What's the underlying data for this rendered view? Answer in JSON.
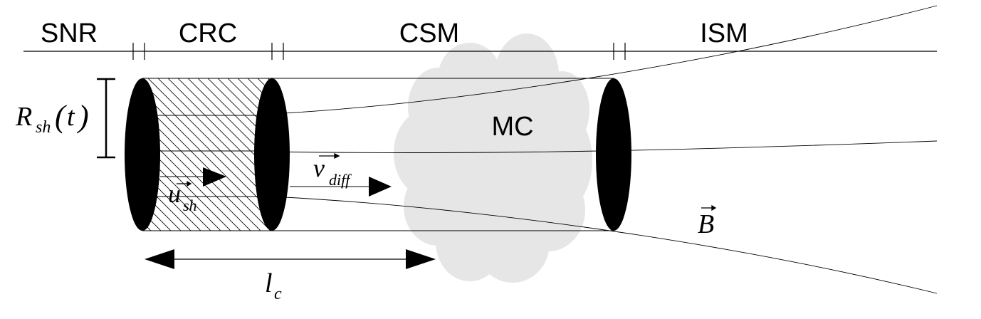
{
  "regions": {
    "snr": "SNR",
    "crc": "CRC",
    "csm": "CSM",
    "ism": "ISM"
  },
  "cloud": {
    "label": "MC",
    "color": "#e6e6e6"
  },
  "symbols": {
    "radius_main": "R",
    "radius_sub": "sh",
    "radius_open": "(",
    "radius_arg": "t",
    "radius_close": ")",
    "shock_velocity_main": "u",
    "shock_velocity_sub": "sh",
    "diffusion_velocity_main": "v",
    "diffusion_velocity_sub": "diff",
    "magnetic_field": "B",
    "length_main": "l",
    "length_sub": "c"
  },
  "colors": {
    "ink": "#000000",
    "background": "#ffffff"
  }
}
